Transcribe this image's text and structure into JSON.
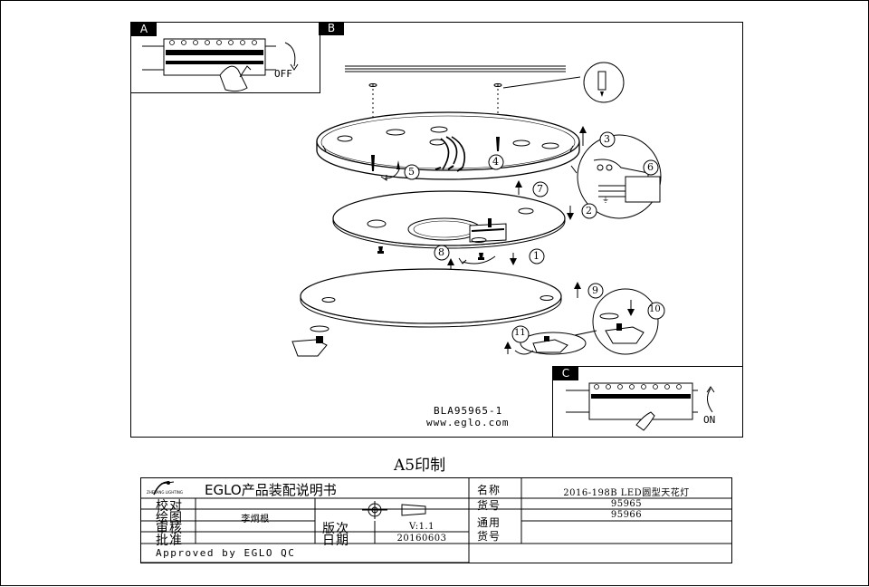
{
  "panels": {
    "a": {
      "tag": "A",
      "caption": "OFF"
    },
    "b": {
      "tag": "B"
    },
    "c": {
      "tag": "C",
      "caption": "ON"
    }
  },
  "steps": [
    "1",
    "2",
    "3",
    "4",
    "5",
    "6",
    "7",
    "8",
    "9",
    "10",
    "11"
  ],
  "model_code": "BLA95965-1",
  "website": "www.eglo.com",
  "print_size": "A5印制",
  "title_block": {
    "brand_sub": "ZHEJIANG LIGHTING",
    "doc_title": "EGLO产品装配说明书",
    "rows_left": [
      {
        "label": "校对",
        "value": ""
      },
      {
        "label": "绘图",
        "value": "李炯根"
      },
      {
        "label": "审核",
        "value": ""
      },
      {
        "label": "批准",
        "value": ""
      }
    ],
    "version_label": "版次",
    "version_value": "V:1.1",
    "date_label": "日期",
    "date_value": "20160603",
    "name_label": "名称",
    "name_value": "2016-198B LED圆型天花灯",
    "item_label": "货号",
    "item_value": "95965",
    "common_label_1": "通用",
    "common_label_2": "货号",
    "common_value": "95966",
    "approved": "Approved by EGLO QC"
  }
}
